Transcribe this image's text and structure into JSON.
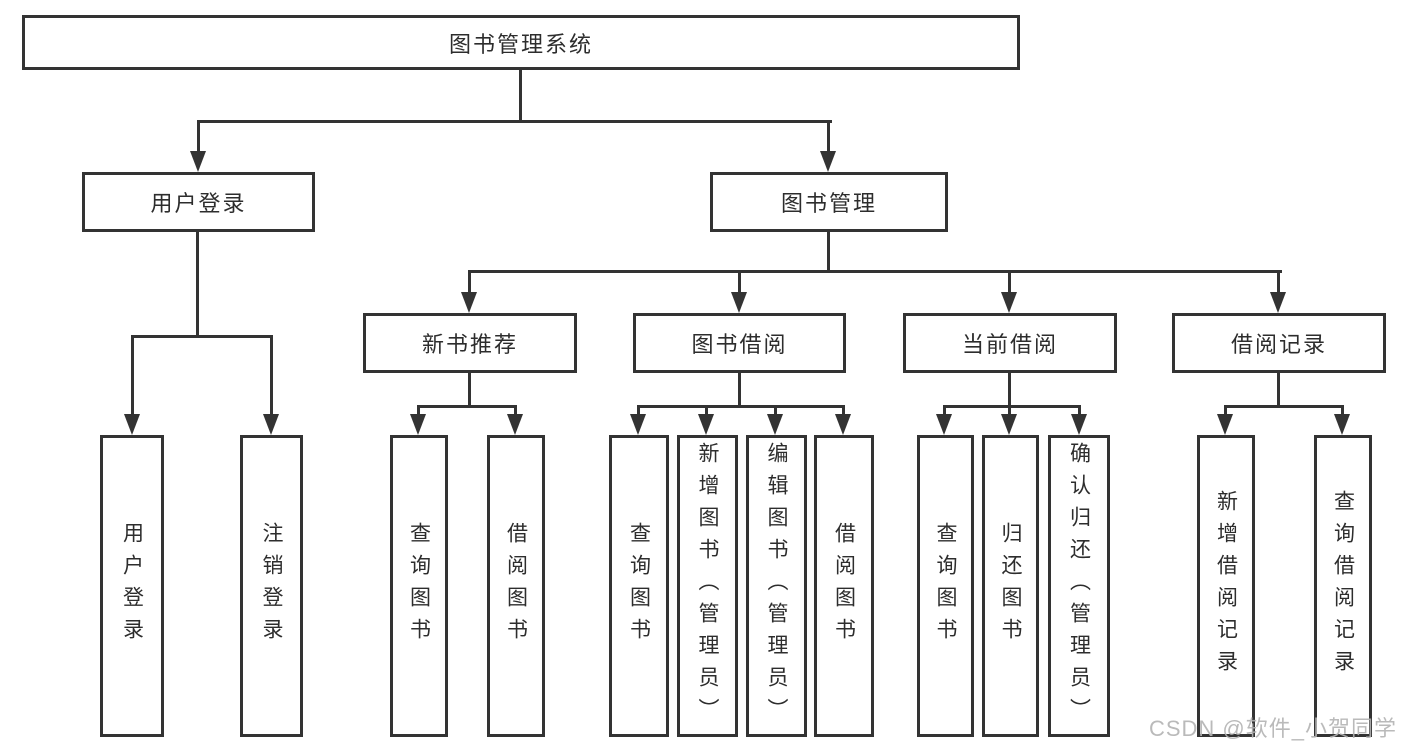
{
  "tree": {
    "label": "图书管理系统",
    "children": [
      {
        "label": "用户登录",
        "children": [
          {
            "label": "用户登录"
          },
          {
            "label": "注销登录"
          }
        ]
      },
      {
        "label": "图书管理",
        "children": [
          {
            "label": "新书推荐",
            "children": [
              {
                "label": "查询图书"
              },
              {
                "label": "借阅图书"
              }
            ]
          },
          {
            "label": "图书借阅",
            "children": [
              {
                "label": "查询图书"
              },
              {
                "label": "新增图书（管理员）"
              },
              {
                "label": "编辑图书（管理员）"
              },
              {
                "label": "借阅图书"
              }
            ]
          },
          {
            "label": "当前借阅",
            "children": [
              {
                "label": "查询图书"
              },
              {
                "label": "归还图书"
              },
              {
                "label": "确认归还（管理员）"
              }
            ]
          },
          {
            "label": "借阅记录",
            "children": [
              {
                "label": "新增借阅记录"
              },
              {
                "label": "查询借阅记录"
              }
            ]
          }
        ]
      }
    ]
  },
  "watermark": "CSDN @软件_小贺同学",
  "colors": {
    "ink": "#333333",
    "text": "#2d2d2d",
    "watermark": "#b3b3b3",
    "background": "#ffffff"
  }
}
